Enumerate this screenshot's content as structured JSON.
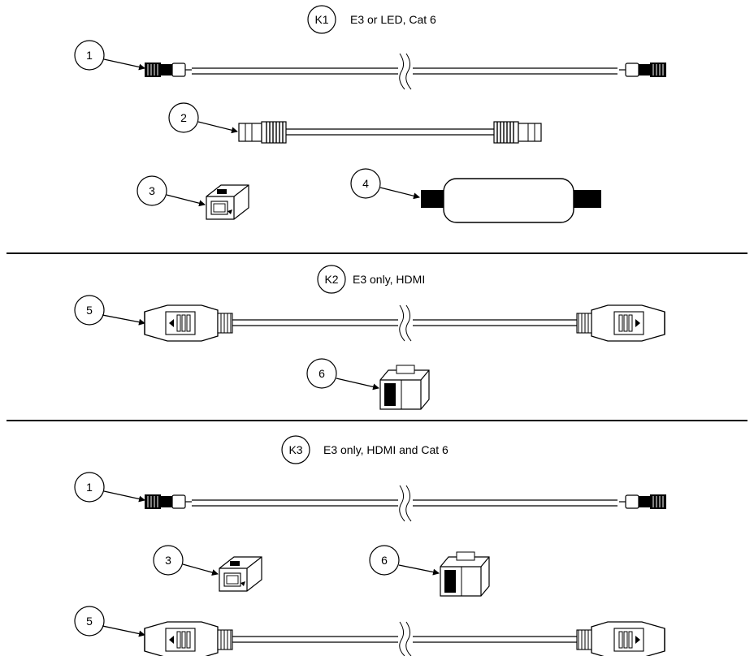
{
  "kits": [
    {
      "id": "K1",
      "label": "E3 or LED, Cat 6"
    },
    {
      "id": "K2",
      "label": "E3 only, HDMI"
    },
    {
      "id": "K3",
      "label": "E3 only, HDMI and Cat 6"
    }
  ],
  "callouts": {
    "c1": "1",
    "c2": "2",
    "c3": "3",
    "c4": "4",
    "c5": "5",
    "c6": "6"
  }
}
